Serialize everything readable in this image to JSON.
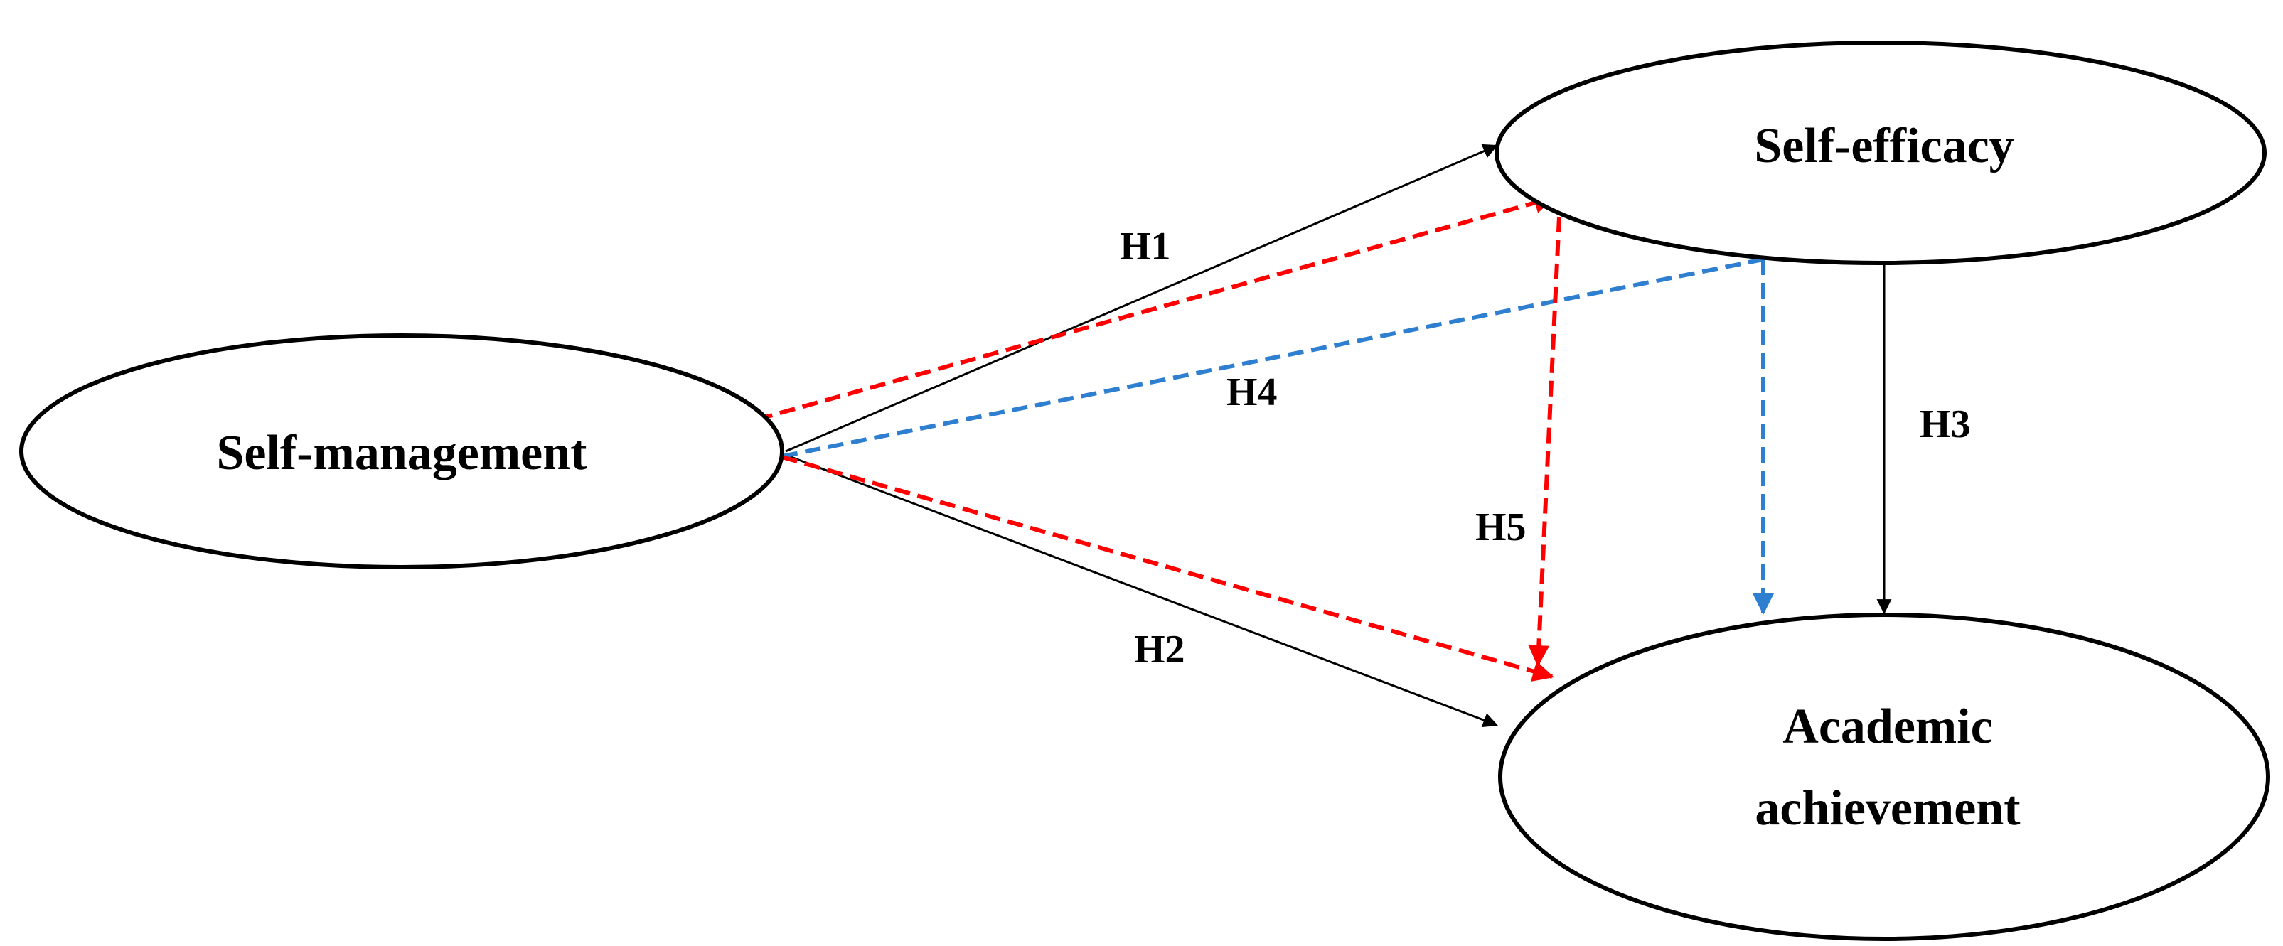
{
  "diagram": {
    "nodes": {
      "self_management": "Self-management",
      "self_efficacy": "Self-efficacy",
      "academic_achievement_line1": "Academic",
      "academic_achievement_line2": "achievement"
    },
    "hypotheses": {
      "h1": "H1",
      "h2": "H2",
      "h3": "H3",
      "h4": "H4",
      "h5": "H5"
    },
    "edges": [
      {
        "from": "Self-management",
        "to": "Self-efficacy",
        "label": "H1",
        "style": "solid"
      },
      {
        "from": "Self-management",
        "to": "Academic achievement",
        "label": "H2",
        "style": "solid"
      },
      {
        "from": "Self-efficacy",
        "to": "Academic achievement",
        "label": "H3",
        "style": "solid"
      },
      {
        "from": "Self-management",
        "to": "Academic achievement",
        "label": "H4",
        "style": "dashed",
        "via": "Self-efficacy"
      },
      {
        "from": "Self-management",
        "to": "Academic achievement",
        "label": "H5",
        "style": "dashed",
        "via": "Self-efficacy"
      }
    ],
    "colors": {
      "solid": "#000000",
      "h5_path": "#ff0000",
      "h4_path": "#2f7fd1"
    }
  }
}
